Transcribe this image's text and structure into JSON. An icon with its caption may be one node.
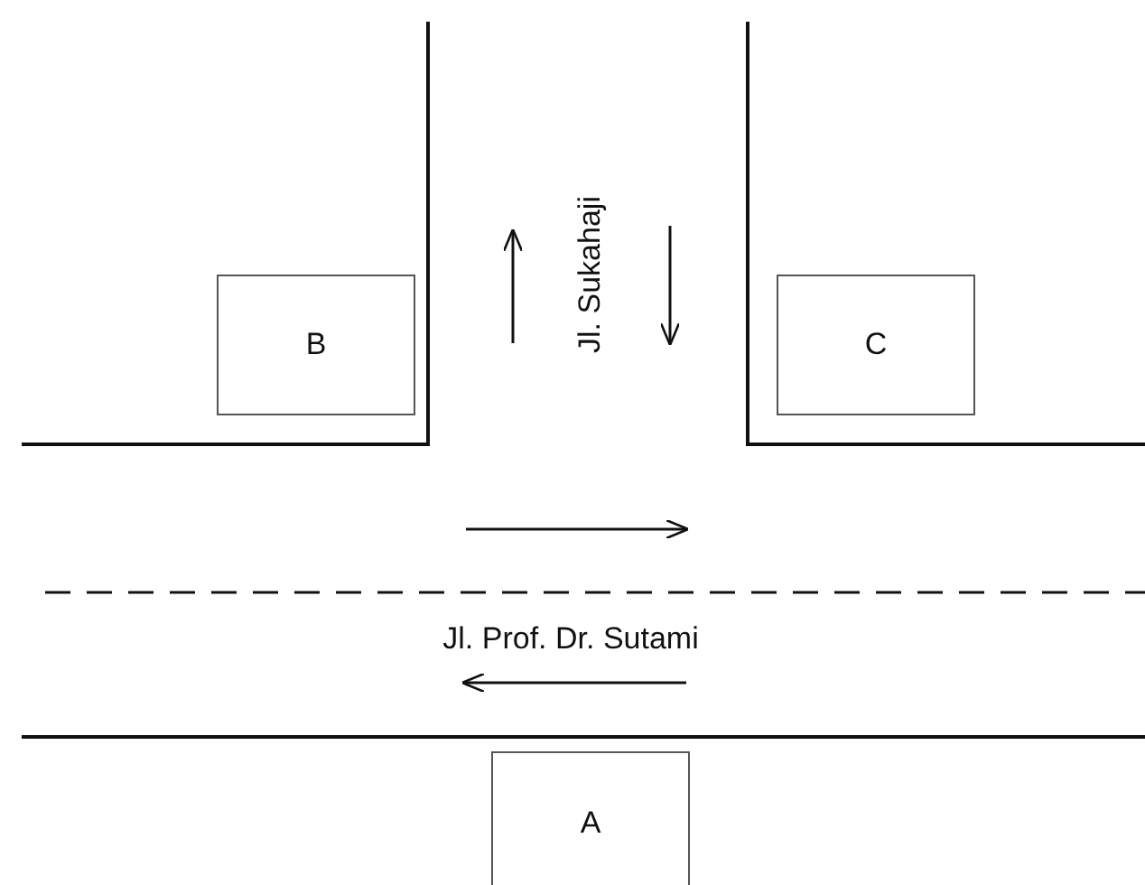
{
  "diagram": {
    "nodes": [
      {
        "text": [
          "B"
        ]
      },
      {
        "text": [
          "C"
        ]
      },
      {
        "text": [
          "A"
        ]
      }
    ],
    "labels": [
      "Jl. Sukahaji",
      "Jl. Prof. Dr. Sutami"
    ]
  }
}
